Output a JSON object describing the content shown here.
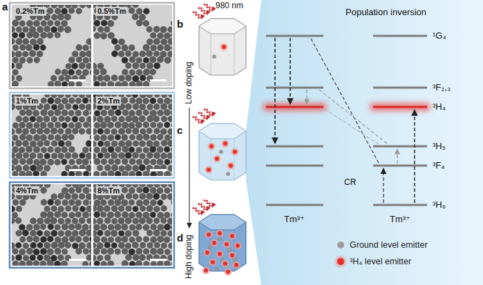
{
  "diagram": {
    "nodes": [
      {
        "text": [
          "0.2%Tm"
        ]
      },
      {
        "text": [
          "0.5%Tm"
        ]
      },
      {
        "text": [
          "1%Tm"
        ]
      },
      {
        "text": [
          "2%Tm"
        ]
      },
      {
        "text": [
          "4%Tm"
        ]
      },
      {
        "text": [
          "8%Tm"
        ]
      }
    ],
    "labels": [
      "a",
      "b",
      "980 nm",
      "Low doping",
      "High doping",
      "c",
      "d",
      "Population inversion",
      "¹G₄",
      "³F₂,₃",
      "³H₄",
      "³H₅",
      "³F₄",
      "³H₆",
      "CR",
      "Tm³⁺",
      "Tm³⁺"
    ],
    "legend": [
      {
        "text": "Ground level emitter",
        "color": "#9b9b9b"
      },
      {
        "text": "³H₄ level emitter",
        "color": "#e2302a"
      }
    ]
  }
}
